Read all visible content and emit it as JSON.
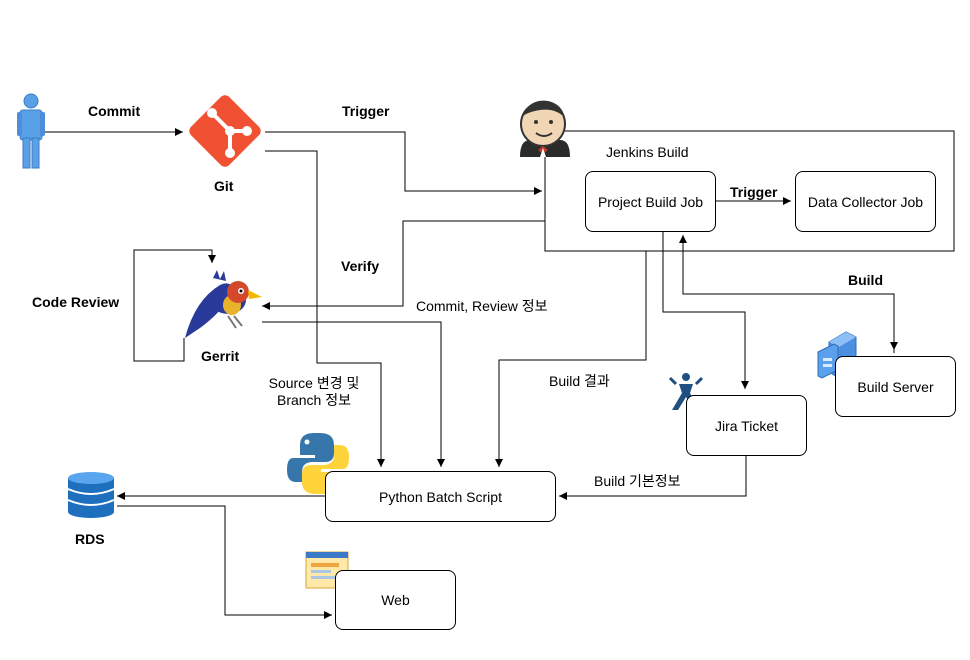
{
  "nodes": {
    "user": {
      "label": ""
    },
    "git": {
      "label": "Git"
    },
    "gerrit": {
      "label": "Gerrit"
    },
    "jenkins": {
      "label": "Jenkins Build"
    },
    "project_build_job": {
      "label": "Project Build Job"
    },
    "data_collector_job": {
      "label": "Data Collector Job"
    },
    "build_server": {
      "label": "Build Server"
    },
    "jira_ticket": {
      "label": "Jira Ticket"
    },
    "python_batch_script": {
      "label": "Python Batch Script"
    },
    "rds": {
      "label": "RDS"
    },
    "web": {
      "label": "Web"
    }
  },
  "edges": {
    "commit": "Commit",
    "trigger_git_jenkins": "Trigger",
    "trigger_jobs": "Trigger",
    "verify": "Verify",
    "code_review": "Code Review",
    "commit_review_info": "Commit, Review 정보",
    "source_branch_info_line1": "Source 변경 및",
    "source_branch_info_line2": "Branch 정보",
    "build_result": "Build 결과",
    "build": "Build",
    "build_basic_info": "Build 기본정보"
  },
  "icons": {
    "user": "person-icon",
    "git": "git-logo-icon",
    "jenkins": "jenkins-butler-icon",
    "gerrit": "gerrit-bird-icon",
    "jira": "jira-logo-icon",
    "python": "python-logo-icon",
    "gear": "gear-icon",
    "database": "database-icon",
    "web": "web-window-icon",
    "server": "server-icon"
  },
  "colors": {
    "git": "#f05133",
    "user": "#5aa0e6",
    "database": "#1f6fbf",
    "python_blue": "#3776ab",
    "python_yellow": "#ffd43b",
    "jira": "#205081"
  }
}
